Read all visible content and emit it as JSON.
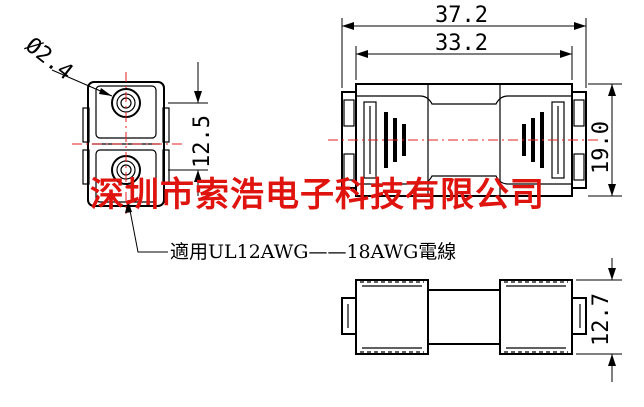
{
  "dimensions": {
    "overall_length": "37.2",
    "body_length": "33.2",
    "hole_diameter": "Ø2.4",
    "hole_spacing": "12.5",
    "width": "19.0",
    "height": "12.7"
  },
  "note": "適用UL12AWG——18AWG電線",
  "watermark": "深圳市索浩电子科技有限公司",
  "colors": {
    "line": "#000000",
    "centerline": "#e02020",
    "watermark": "#e0140f"
  }
}
